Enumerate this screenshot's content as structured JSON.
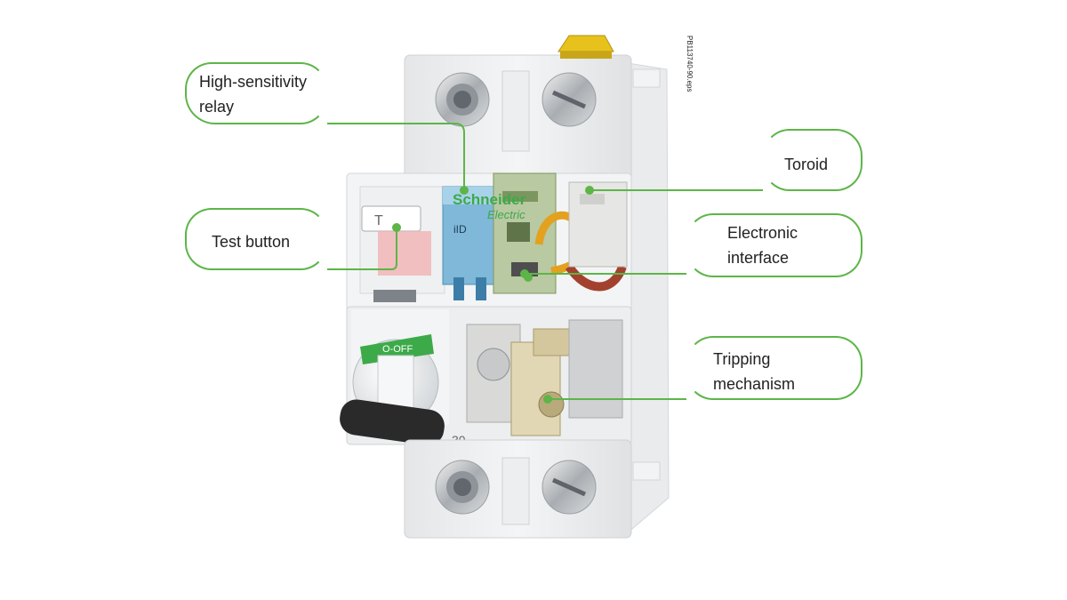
{
  "callouts": {
    "relay": {
      "line1": "High-sensitivity",
      "line2": "relay"
    },
    "test": {
      "line1": "Test button"
    },
    "toroid": {
      "line1": "Toroid"
    },
    "electronic": {
      "line1": "Electronic",
      "line2": "interface"
    },
    "tripping": {
      "line1": "Tripping",
      "line2": "mechanism"
    }
  },
  "device": {
    "brand_line1": "Schneider",
    "brand_line2": "Electric",
    "model": "iID",
    "switch_label": "O-OFF",
    "rating": "30"
  },
  "file_ref": "PB113740-90.eps",
  "colors": {
    "callout_green": "#5db548",
    "brand_green": "#3daa4a",
    "relay_blue": "#7fb8d8"
  }
}
